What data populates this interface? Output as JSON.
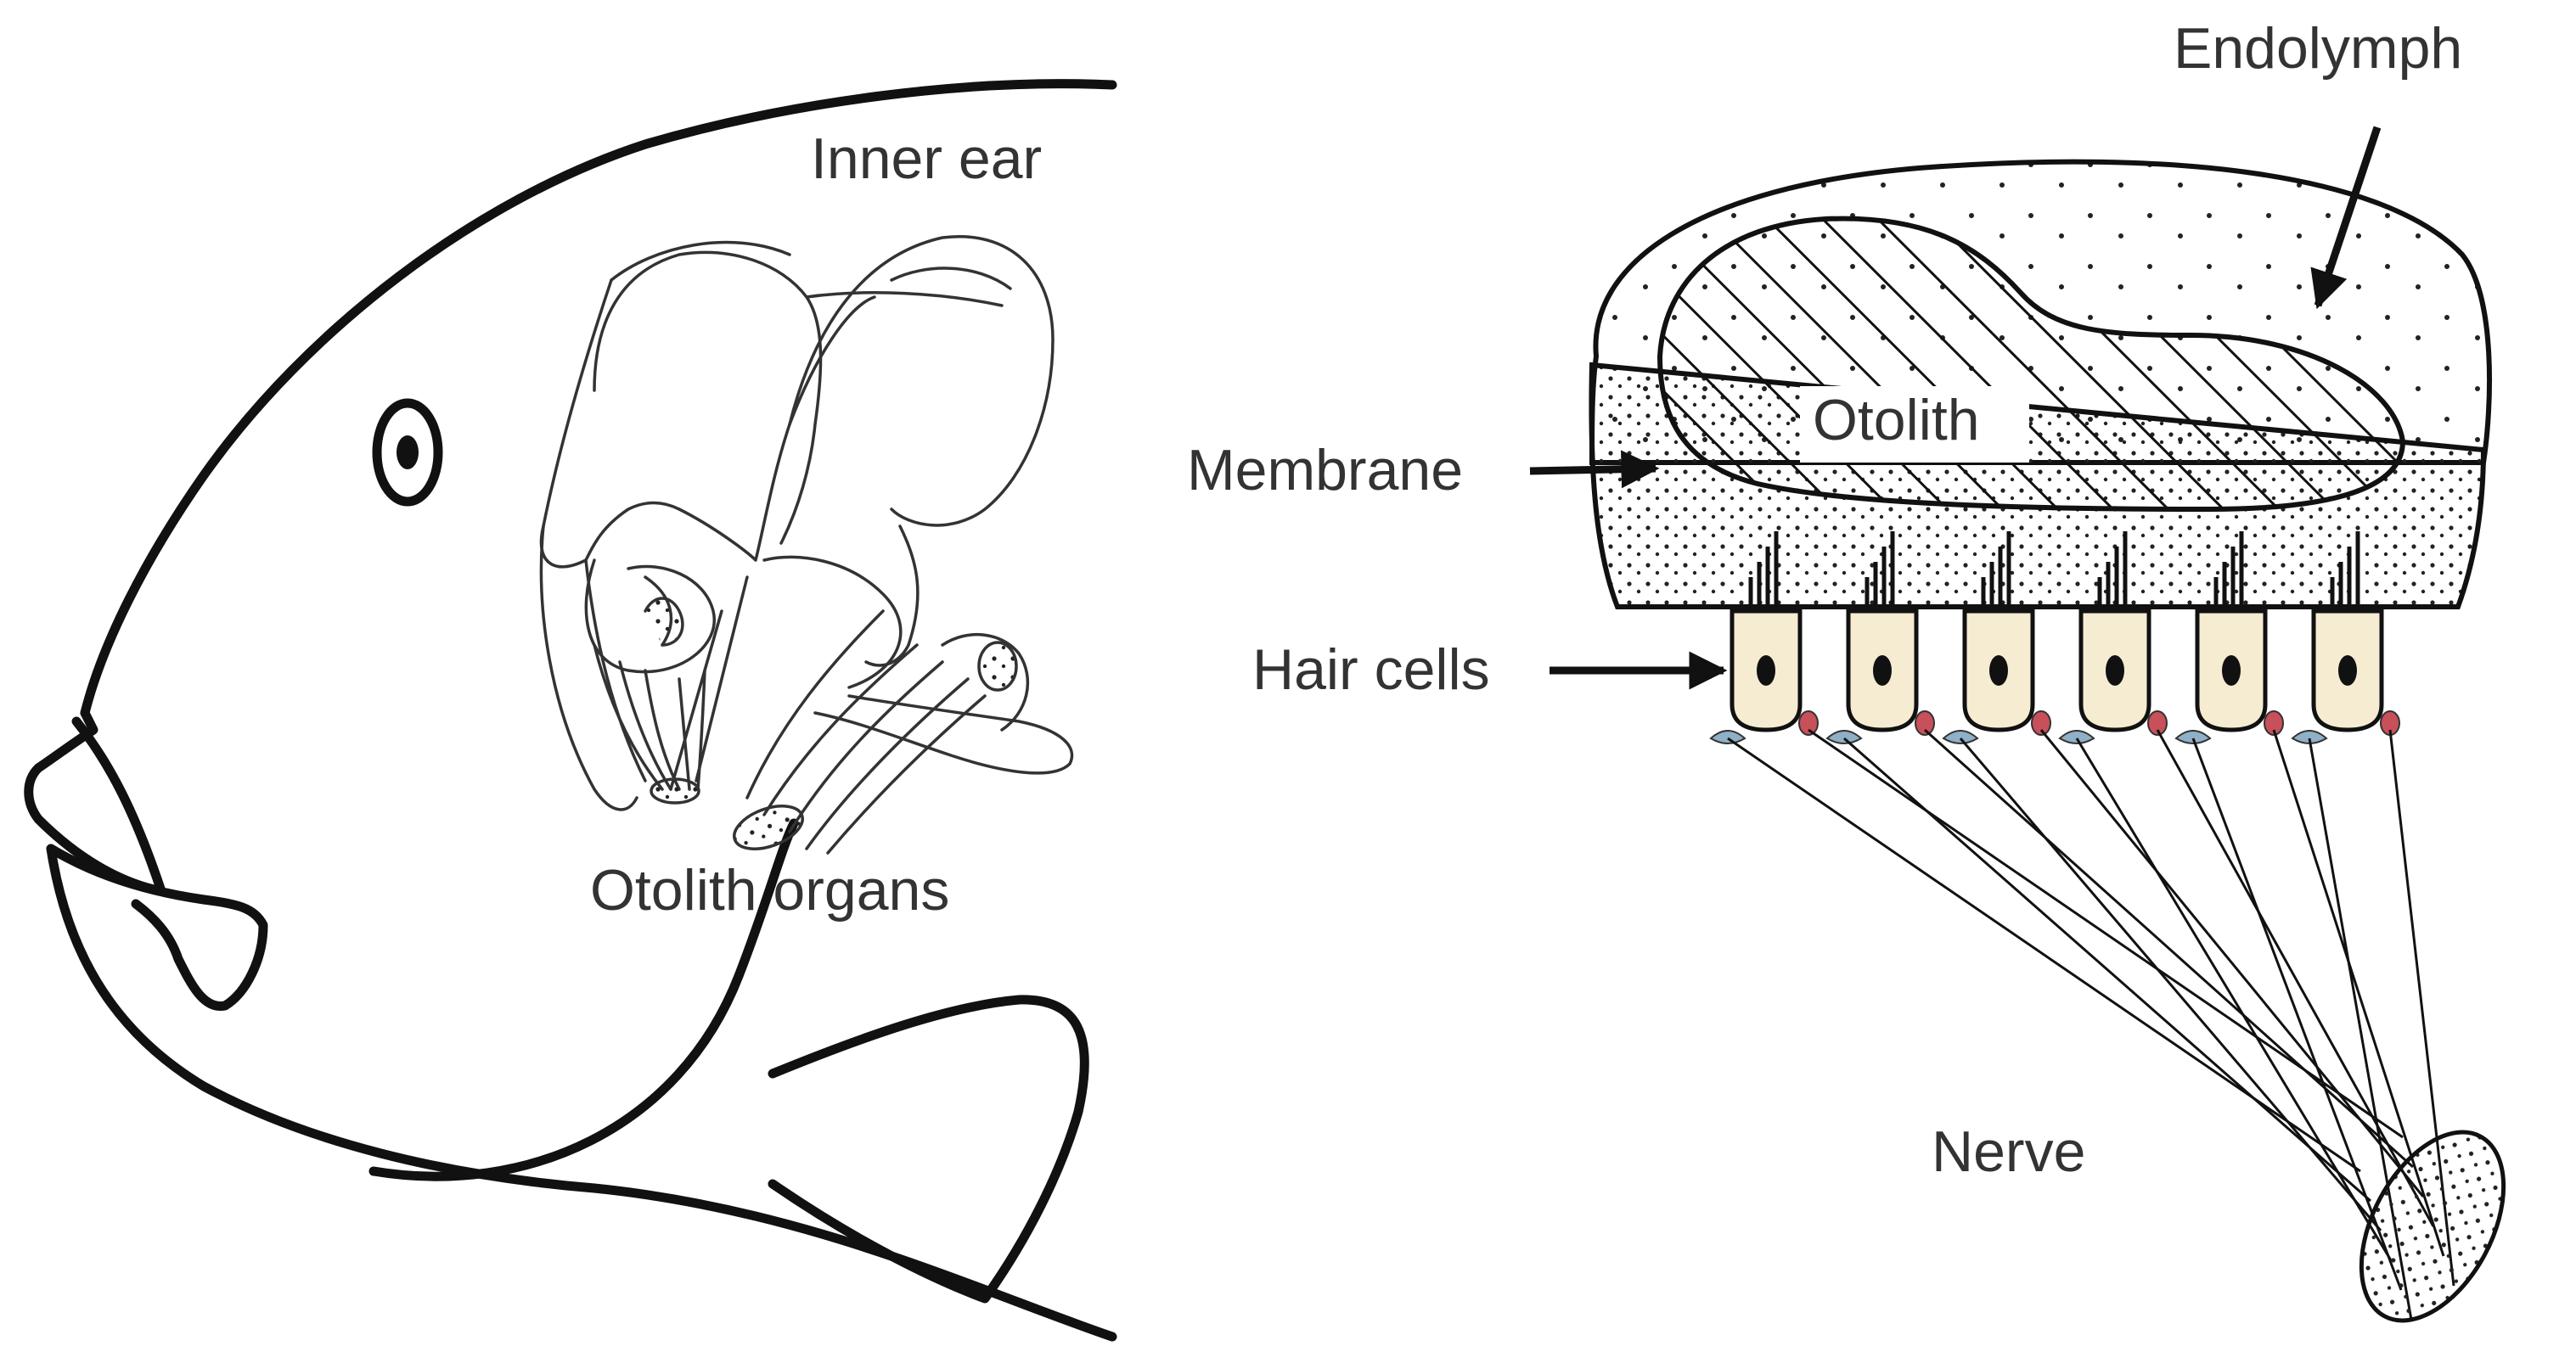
{
  "labels": {
    "inner_ear": "Inner ear",
    "otolith_organs": "Otolith organs",
    "endolymph": "Endolymph",
    "otolith": "Otolith",
    "membrane": "Membrane",
    "hair_cells": "Hair cells",
    "nerve": "Nerve"
  },
  "colors": {
    "line": "#111111",
    "hair_cell_fill": "#f6ecd2",
    "synapse_red": "#c8505a",
    "synapse_blue": "#8fb0c6"
  },
  "hair_cell_count": 6
}
